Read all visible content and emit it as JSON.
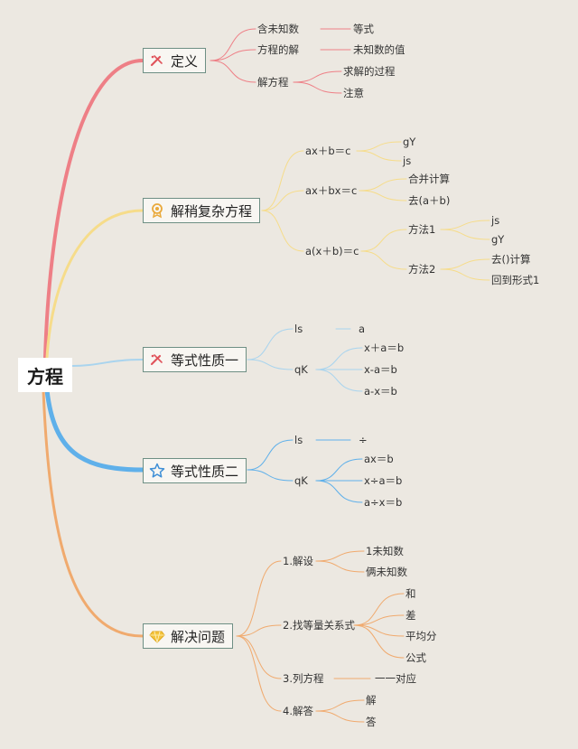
{
  "root": {
    "label": "方程"
  },
  "colors": {
    "define": "#ee7f86",
    "complex": "#f6dc8a",
    "prop1": "#a9d4ee",
    "prop2": "#5fb0ea",
    "solve": "#f0aa6e"
  },
  "branches": [
    {
      "label": "定义",
      "icon": "pencil-ruler-icon",
      "children": [
        {
          "label": "含未知数",
          "children": [
            {
              "label": "等式"
            }
          ]
        },
        {
          "label": "方程的解",
          "children": [
            {
              "label": "未知数的值"
            }
          ]
        },
        {
          "label": "解方程",
          "children": [
            {
              "label": "求解的过程"
            },
            {
              "label": "注意"
            }
          ]
        }
      ]
    },
    {
      "label": "解稍复杂方程",
      "icon": "medal-icon",
      "children": [
        {
          "label": "ax＋b＝c",
          "children": [
            {
              "label": "gY"
            },
            {
              "label": "js"
            }
          ]
        },
        {
          "label": "ax＋bx＝c",
          "children": [
            {
              "label": "合并计算"
            },
            {
              "label": "去(a＋b)"
            }
          ]
        },
        {
          "label": "a(x＋b)＝c",
          "children": [
            {
              "label": "方法1",
              "children": [
                {
                  "label": "js"
                },
                {
                  "label": "gY"
                }
              ]
            },
            {
              "label": "方法2",
              "children": [
                {
                  "label": "去()计算"
                },
                {
                  "label": "回到形式1"
                }
              ]
            }
          ]
        }
      ]
    },
    {
      "label": "等式性质一",
      "icon": "pencil-ruler-icon",
      "children": [
        {
          "label": "ls",
          "children": [
            {
              "label": "a"
            }
          ]
        },
        {
          "label": "qK",
          "children": [
            {
              "label": "x＋a＝b"
            },
            {
              "label": "x-a＝b"
            },
            {
              "label": "a-x＝b"
            }
          ]
        }
      ]
    },
    {
      "label": "等式性质二",
      "icon": "star-icon",
      "children": [
        {
          "label": "ls",
          "children": [
            {
              "label": "÷"
            }
          ]
        },
        {
          "label": "qK",
          "children": [
            {
              "label": "ax＝b"
            },
            {
              "label": "x÷a＝b"
            },
            {
              "label": "a÷x＝b"
            }
          ]
        }
      ]
    },
    {
      "label": "解决问题",
      "icon": "diamond-icon",
      "children": [
        {
          "label": "1.解设",
          "children": [
            {
              "label": "1未知数"
            },
            {
              "label": "俩未知数"
            }
          ]
        },
        {
          "label": "2.找等量关系式",
          "children": [
            {
              "label": "和"
            },
            {
              "label": "差"
            },
            {
              "label": "平均分"
            },
            {
              "label": "公式"
            }
          ]
        },
        {
          "label": "3.列方程",
          "children": [
            {
              "label": "一一对应"
            }
          ]
        },
        {
          "label": "4.解答",
          "children": [
            {
              "label": "解"
            },
            {
              "label": "答"
            }
          ]
        }
      ]
    }
  ]
}
